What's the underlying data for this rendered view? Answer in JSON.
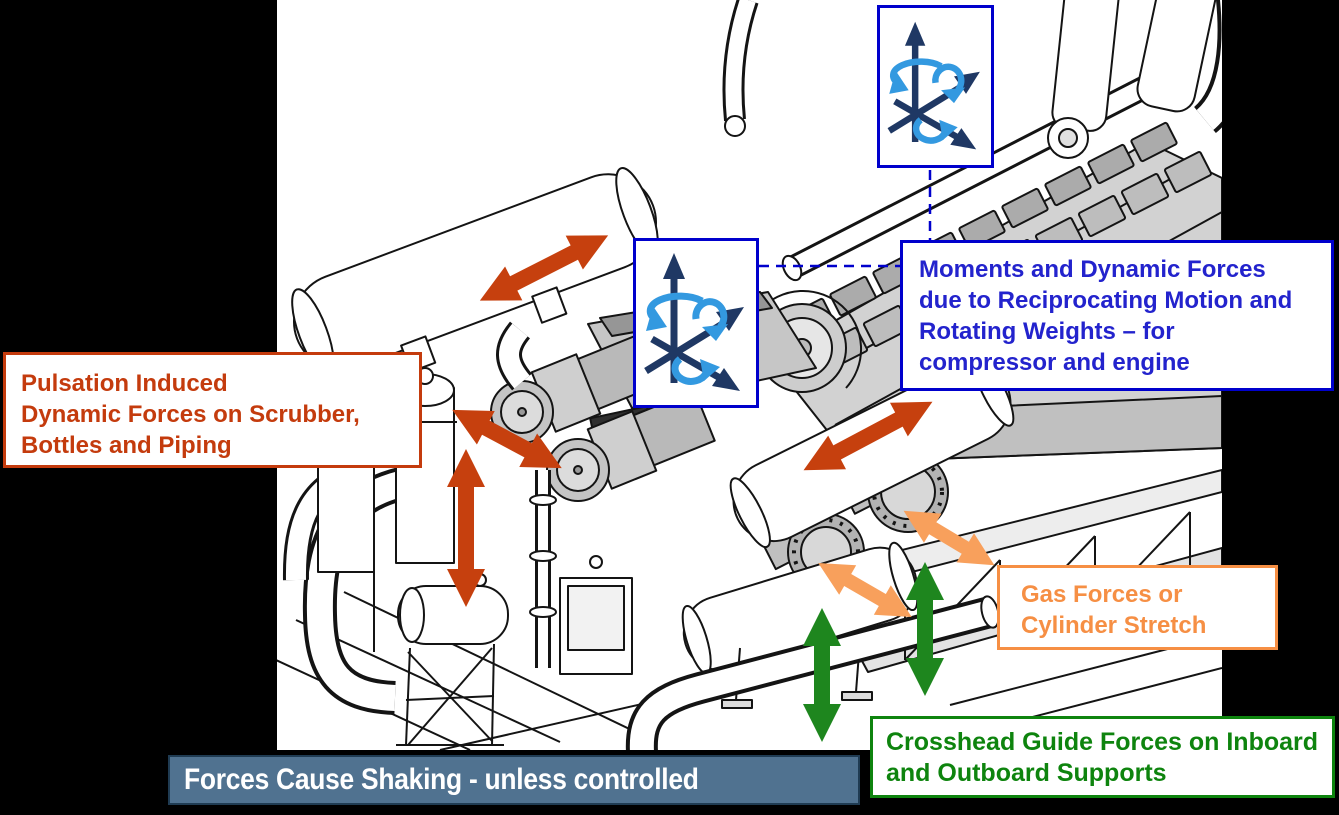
{
  "colors": {
    "background": "#000000",
    "canvas": "#FFFFFF",
    "pulsation": "#C43B0D",
    "red_arrow": "#C6400E",
    "moments_border": "#0000CC",
    "moments_text": "#2323CD",
    "gas": "#F68F44",
    "gas_arrow": "#F8A05C",
    "crosshead": "#0E840E",
    "crosshead_arrow": "#1E861E",
    "banner_bg": "#507290",
    "banner_border": "#1F3B52",
    "axes_dark": "#1F3864",
    "axes_light": "#3399E0"
  },
  "labels": {
    "pulsation": {
      "lines": [
        "Pulsation Induced",
        "Dynamic Forces on Scrubber,",
        "Bottles and Piping"
      ]
    },
    "moments": {
      "lines": [
        "Moments and Dynamic Forces",
        "due to Reciprocating Motion and",
        "Rotating Weights – for",
        "compressor and engine"
      ]
    },
    "gas": {
      "lines": [
        "Gas Forces or",
        "Cylinder Stretch"
      ]
    },
    "crosshead": {
      "lines": [
        "Crosshead Guide Forces on Inboard",
        "and Outboard Supports"
      ]
    },
    "banner": {
      "text": "Forces Cause Shaking - unless controlled"
    }
  },
  "icons": {
    "axes_top": "xyz-coordinate-axes-with-rotation-arrows",
    "axes_mid": "xyz-coordinate-axes-with-rotation-arrows"
  },
  "illustration": "isometric line drawing of engine-driven reciprocating compressor package on skid",
  "arrows": [
    {
      "name": "pulsation-arrow-suction-bottle",
      "color": "#C6400E",
      "orientation": "diagonal double-headed"
    },
    {
      "name": "pulsation-arrow-scrubber",
      "color": "#C6400E",
      "orientation": "diagonal double-headed"
    },
    {
      "name": "pulsation-arrow-piping-vertical",
      "color": "#C6400E",
      "orientation": "vertical double-headed"
    },
    {
      "name": "pulsation-arrow-discharge-bottle",
      "color": "#C6400E",
      "orientation": "diagonal double-headed"
    },
    {
      "name": "gas-force-arrow-upper-cylinder",
      "color": "#F8A05C",
      "orientation": "diagonal double-headed"
    },
    {
      "name": "gas-force-arrow-lower-cylinder",
      "color": "#F8A05C",
      "orientation": "diagonal double-headed"
    },
    {
      "name": "crosshead-arrow-inboard",
      "color": "#1E861E",
      "orientation": "vertical double-headed"
    },
    {
      "name": "crosshead-arrow-outboard",
      "color": "#1E861E",
      "orientation": "vertical double-headed"
    }
  ]
}
